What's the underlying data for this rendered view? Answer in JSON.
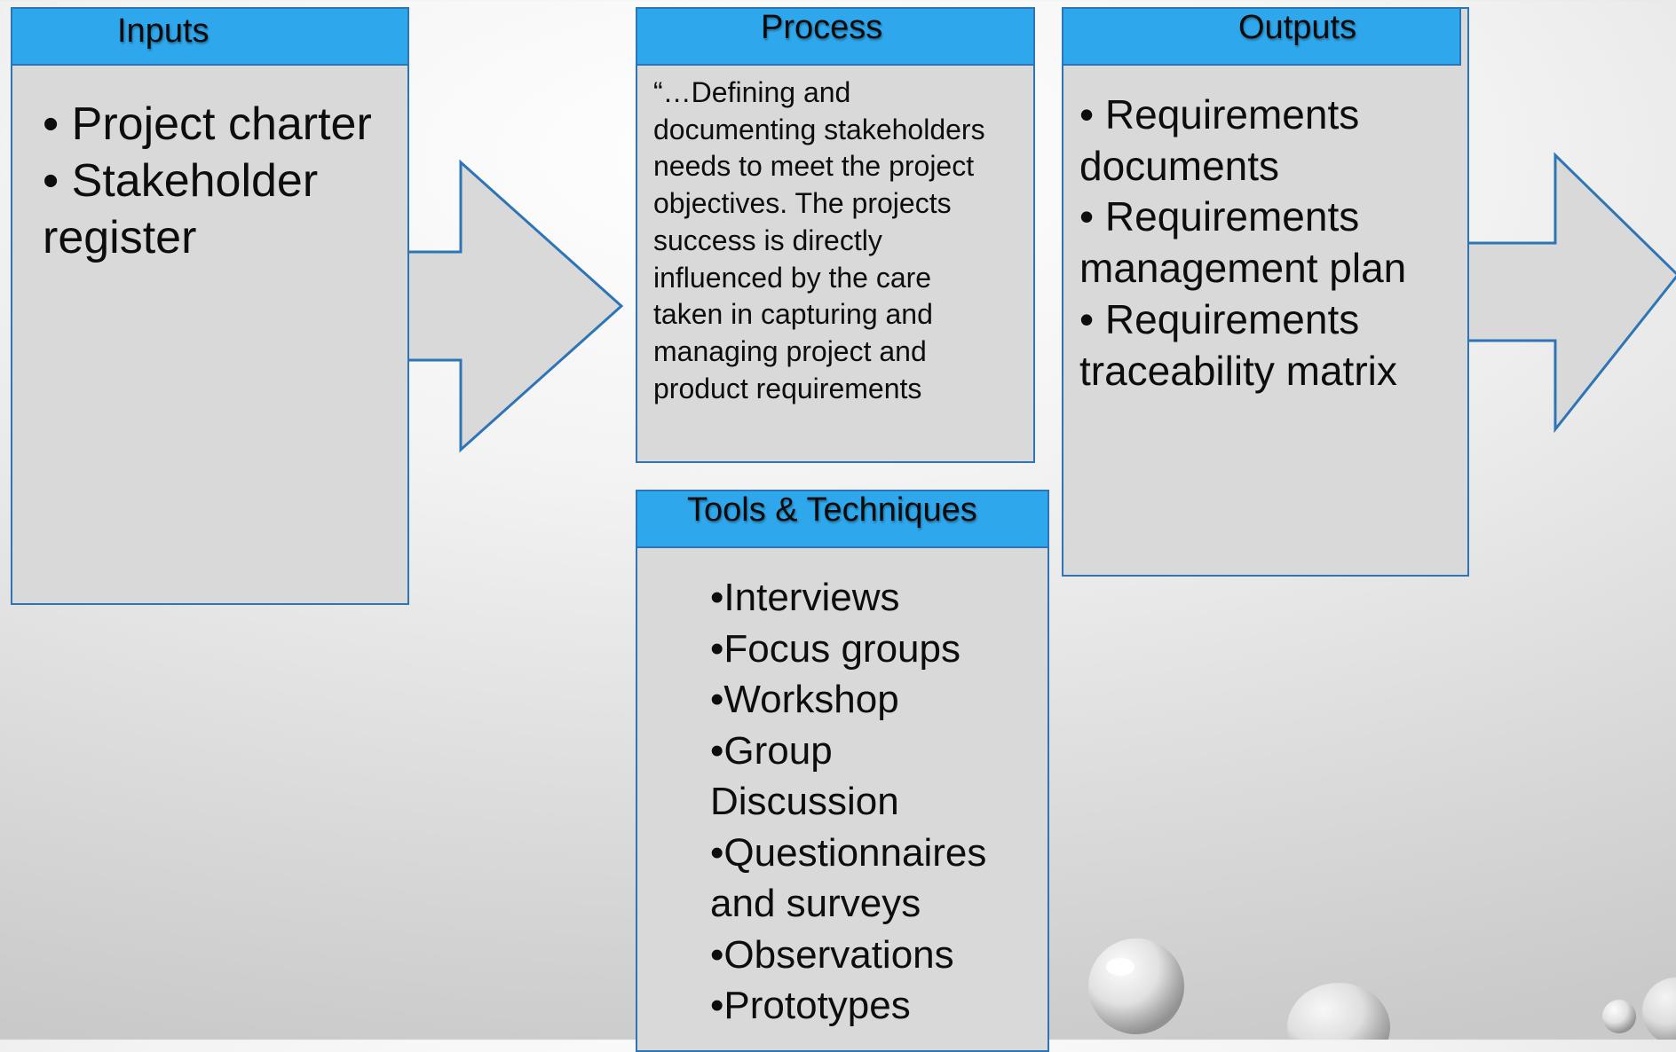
{
  "inputs": {
    "title": "Inputs",
    "items": [
      "• Project charter",
      "• Stakeholder register"
    ]
  },
  "process": {
    "title": "Process",
    "description": "“…Defining and documenting stakeholders needs to meet the project objectives. The projects success is directly influenced by the care taken in capturing and managing project and product requirements"
  },
  "tools": {
    "title": "Tools & Techniques",
    "items": [
      "•Interviews",
      "•Focus groups",
      "•Workshop",
      "•Group Discussion",
      "•Questionnaires and surveys",
      "•Observations",
      "•Prototypes"
    ]
  },
  "outputs": {
    "title": "Outputs",
    "items": [
      "• Requirements documents",
      "• Requirements management plan",
      "• Requirements traceability matrix"
    ]
  },
  "colors": {
    "header_fill": "#2ea7ec",
    "border": "#2e75b6",
    "box_fill": "#d9d9d9"
  }
}
